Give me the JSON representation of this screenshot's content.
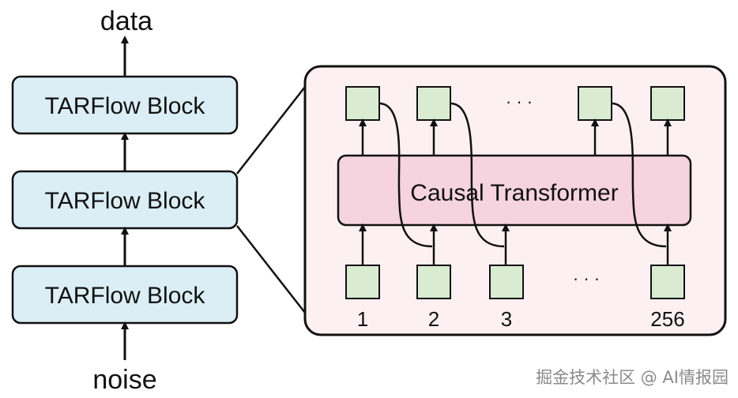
{
  "stack": {
    "top_label": "data",
    "bottom_label": "noise",
    "blocks": [
      "TARFlow Block",
      "TARFlow Block",
      "TARFlow Block"
    ]
  },
  "detail": {
    "transformer_label": "Causal Transformer",
    "ellipsis": "· · ·",
    "token_labels": [
      "1",
      "2",
      "3",
      "256"
    ]
  },
  "watermark": "掘金技术社区 @ AI情报园",
  "colors": {
    "block_fill": "#dbeef6",
    "panel_fill": "#fdf0f3",
    "transformer_fill": "#f5d3df",
    "token_fill": "#d9ecd2",
    "stroke": "#111111"
  }
}
